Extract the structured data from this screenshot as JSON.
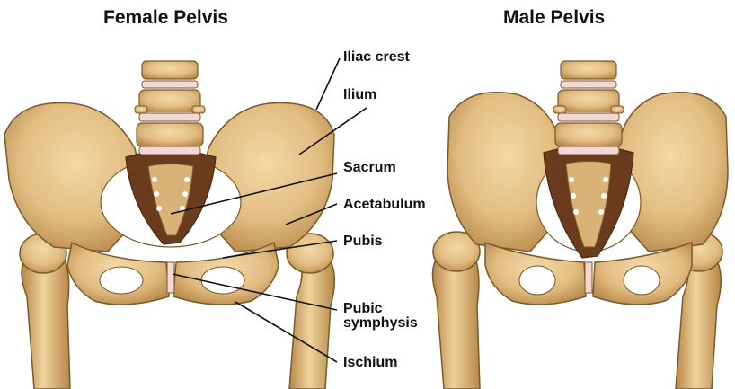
{
  "titles": {
    "female": "Female Pelvis",
    "male": "Male Pelvis"
  },
  "labels": {
    "iliac_crest": "Iliac crest",
    "ilium": "Ilium",
    "sacrum": "Sacrum",
    "acetabulum": "Acetabulum",
    "pubis": "Pubis",
    "pubic_symphysis_line1": "Pubic",
    "pubic_symphysis_line2": "symphysis",
    "ischium": "Ischium"
  },
  "colors": {
    "bone_fill": "#e6c48c",
    "bone_shadow": "#b88a4e",
    "bone_outline": "#7a5a2a",
    "cavity": "#6b3b1e",
    "disc": "#f3d6d6",
    "leader_line": "#111111"
  }
}
